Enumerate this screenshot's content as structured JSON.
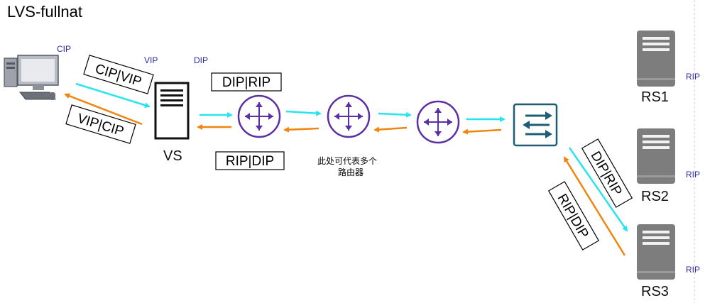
{
  "title": "LVS-fullnat",
  "addr_labels": {
    "cip": "CIP",
    "vip": "VIP",
    "dip": "DIP",
    "rip1": "RIP",
    "rip2": "RIP",
    "rip3": "RIP"
  },
  "nodes": {
    "vs": "VS",
    "rs1": "RS1",
    "rs2": "RS2",
    "rs3": "RS3"
  },
  "packets": {
    "cip_vip": "CIP|VIP",
    "vip_cip": "VIP|CIP",
    "dip_rip_top": "DIP|RIP",
    "rip_dip_bottom": "RIP|DIP",
    "dip_rip_diag": "DIP|RIP",
    "rip_dip_diag": "RIP|DIP"
  },
  "note": {
    "line1": "此处可代表多个",
    "line2": "路由器"
  },
  "colors": {
    "request": "#29e3f0",
    "response": "#f0850f",
    "router": "#5b2fa6",
    "server": "#7d7d7d",
    "switch": "#1e5d76"
  }
}
